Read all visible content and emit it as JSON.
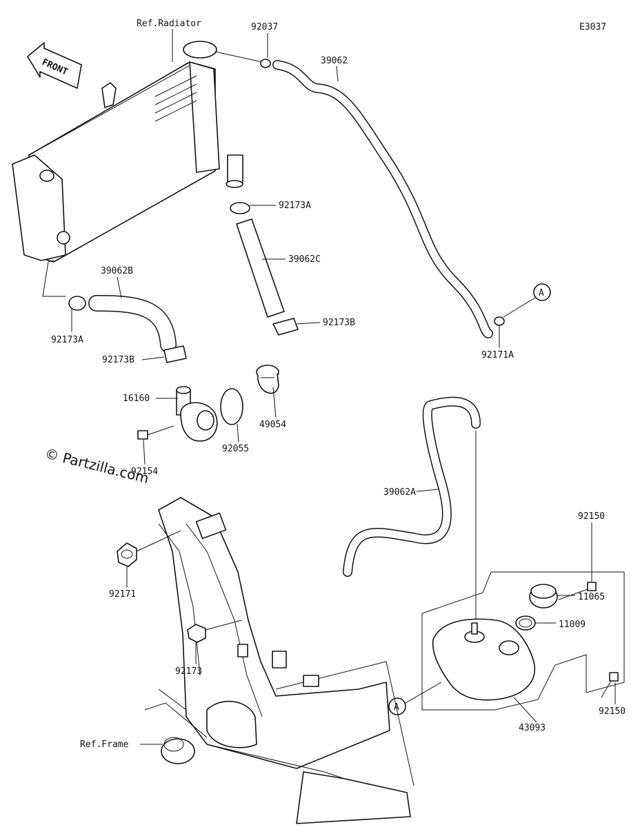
{
  "diagram_code": "E3037",
  "watermark": "© Partzilla.com",
  "front_label": "FRONT",
  "ref_radiator": "Ref.Radiator",
  "ref_frame": "Ref.Frame",
  "ref_marker": "A",
  "parts": {
    "p92037": "92037",
    "p39062": "39062",
    "p92173A_upper": "92173A",
    "p39062C": "39062C",
    "p92173B_right": "92173B",
    "p39062B": "39062B",
    "p92173A_left": "92173A",
    "p92173B_left": "92173B",
    "p16160": "16160",
    "p49054": "49054",
    "p92055": "92055",
    "p92154": "92154",
    "p92171A": "92171A",
    "p39062A": "39062A",
    "p92150_top": "92150",
    "p11065": "11065",
    "p11009": "11009",
    "p92171": "92171",
    "p92173": "92173",
    "p92150_bottom": "92150",
    "p43093": "43093"
  }
}
